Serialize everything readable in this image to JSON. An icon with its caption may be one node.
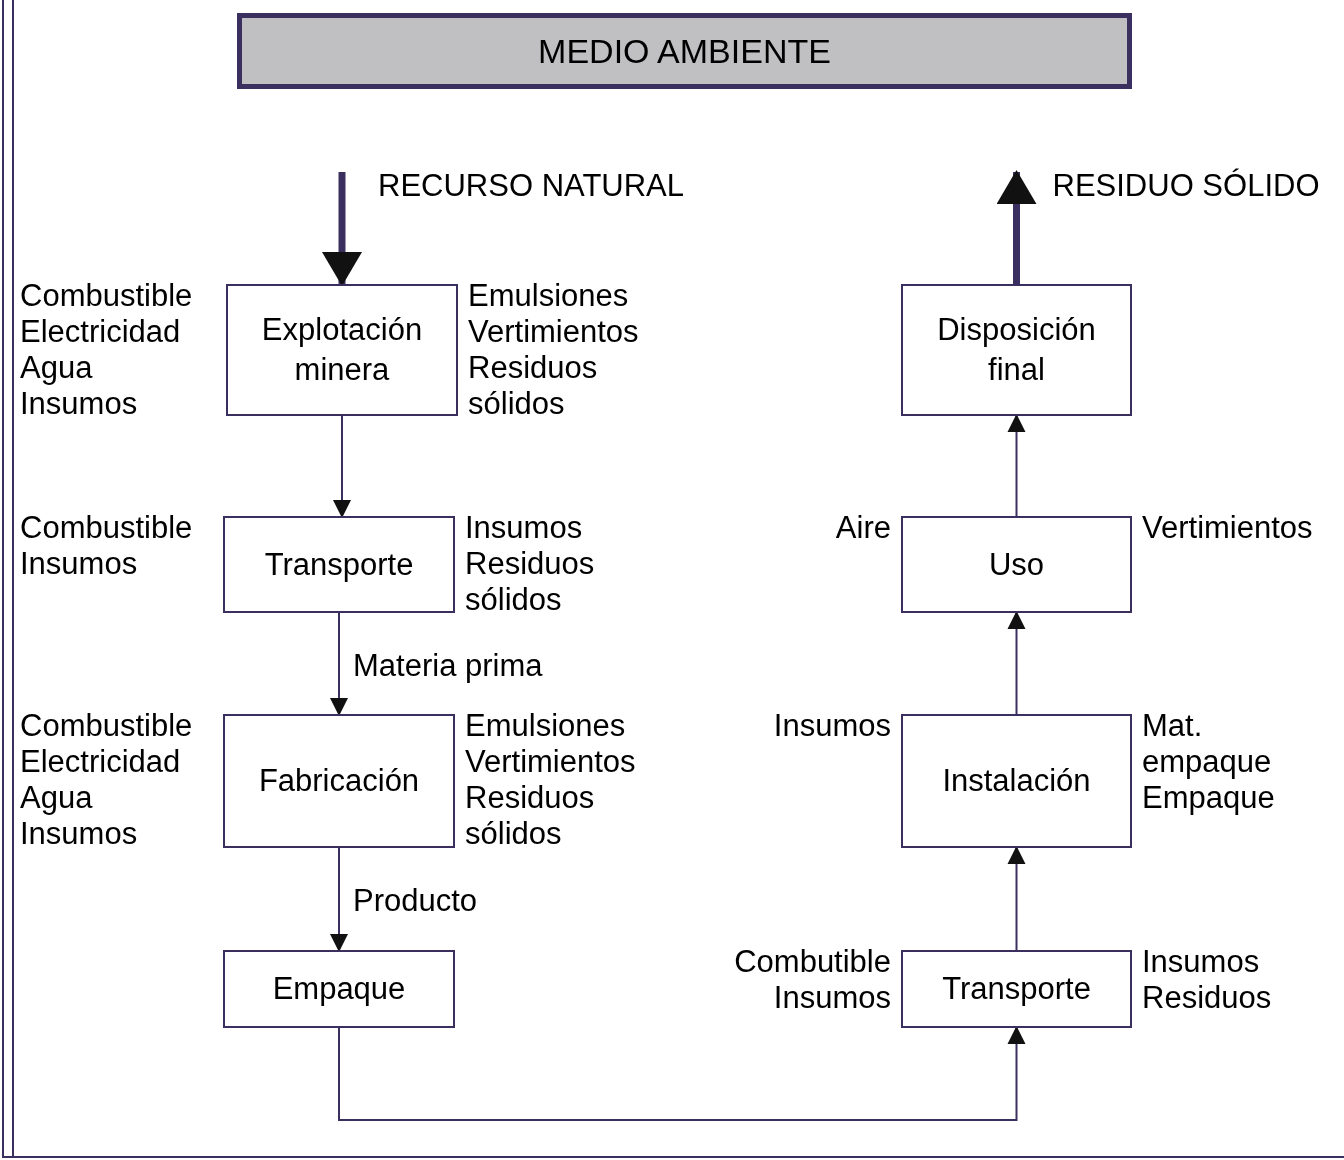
{
  "diagram": {
    "nodes": [
      {
        "text": [
          "MEDIO AMBIENTE"
        ]
      },
      {
        "text": [
          "Explotación minera"
        ],
        "beside": [
          "Combustible",
          "Electricidad",
          "Agua",
          "Insumos",
          "Emulsiones",
          "Vertimientos",
          "Residuos sólidos"
        ]
      },
      {
        "text": [
          "Transporte"
        ],
        "beside": [
          "Combustible",
          "Insumos",
          "Insumos",
          "Residuos sólidos"
        ]
      },
      {
        "text": [
          "Fabricación"
        ],
        "beside": [
          "Combustible",
          "Electricidad",
          "Agua",
          "Insumos",
          "Emulsiones",
          "Vertimientos",
          "Residuos sólidos"
        ]
      },
      {
        "text": [
          "Empaque"
        ]
      },
      {
        "text": [
          "Transporte"
        ],
        "beside": [
          "Combutible",
          "Insumos",
          "Insumos",
          "Residuos"
        ]
      },
      {
        "text": [
          "Instalación"
        ],
        "beside": [
          "Insumos",
          "Mat. empaque",
          "Empaque"
        ]
      },
      {
        "text": [
          "Uso"
        ],
        "beside": [
          "Aire",
          "Vertimientos"
        ]
      },
      {
        "text": [
          "Disposición final"
        ]
      }
    ],
    "edges": [
      {
        "from": null,
        "to": 1,
        "arrow": "to",
        "label": "RECURSO NATURAL",
        "style": "thick"
      },
      {
        "from": 1,
        "to": 2,
        "arrow": "to"
      },
      {
        "from": 2,
        "to": 3,
        "arrow": "to",
        "label": "Materia prima"
      },
      {
        "from": 3,
        "to": 4,
        "arrow": "to",
        "label": "Producto"
      },
      {
        "from": 4,
        "to": 5,
        "arrow": "to"
      },
      {
        "from": 5,
        "to": 6,
        "arrow": "to"
      },
      {
        "from": 6,
        "to": 7,
        "arrow": "to"
      },
      {
        "from": 7,
        "to": 8,
        "arrow": "to"
      },
      {
        "from": 8,
        "to": null,
        "arrow": "to",
        "label": "RESIDUO SÓLIDO",
        "style": "thick"
      }
    ]
  }
}
